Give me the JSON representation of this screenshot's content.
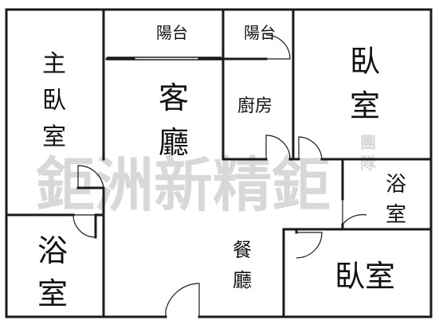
{
  "watermark": {
    "main": "鉅洲新精鉅",
    "small_top": "團",
    "small_bottom": "隊",
    "color": "#d8d8d8"
  },
  "rooms": {
    "balcony_1": "陽台",
    "balcony_2": "陽台",
    "master_bedroom_chars": [
      "主",
      "臥",
      "室"
    ],
    "living_room_chars": [
      "客",
      "廳"
    ],
    "kitchen": "廚房",
    "bedroom_1_chars": [
      "臥",
      "室"
    ],
    "bath_right_chars": [
      "浴",
      "室"
    ],
    "bath_left_chars": [
      "浴",
      "室"
    ],
    "dining_chars": [
      "餐",
      "廳"
    ],
    "bedroom_2": "臥室"
  },
  "colors": {
    "wall": "#1a1a1a",
    "background": "#ffffff"
  }
}
